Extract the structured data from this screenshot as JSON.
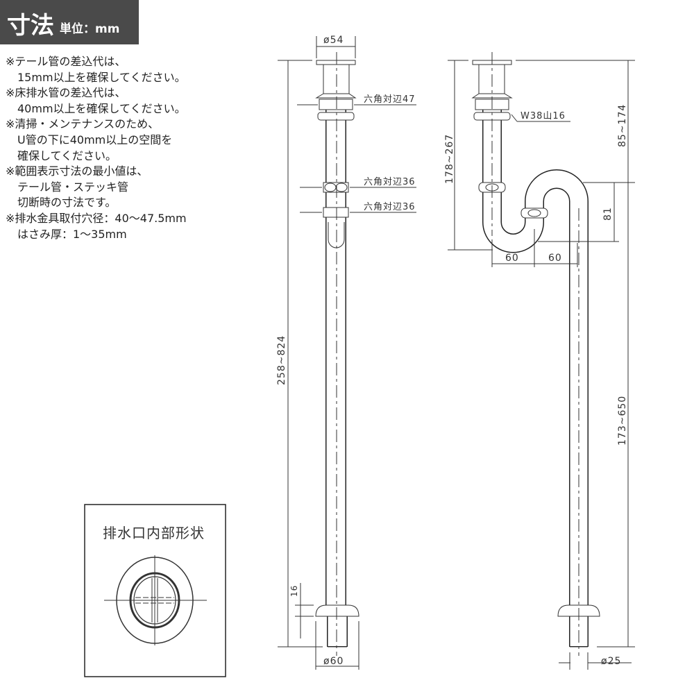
{
  "header": {
    "title": "寸法",
    "unit": "単位：mm"
  },
  "notes": [
    [
      "※テール管の差込代は、",
      "15mm以上を確保してください。"
    ],
    [
      "※床排水管の差込代は、",
      "40mm以上を確保してください。"
    ],
    [
      "※清掃・メンテナンスのため、",
      "U管の下に40mm以上の空間を",
      "確保してください。"
    ],
    [
      "※範囲表示寸法の最小値は、",
      "テール管・ステッキ管",
      "切断時の寸法です。"
    ],
    [
      "※排水金具取付穴径：40〜47.5mm",
      "はさみ厚：1〜35mm"
    ]
  ],
  "inset": {
    "title": "排水口内部形状"
  },
  "left_view": {
    "top_diameter": "ø54",
    "hex_top": "六角対辺47",
    "hex_mid1": "六角対辺36",
    "hex_mid2": "六角対辺36",
    "total_height": "258~824",
    "flange_height": "16",
    "bottom_diameter": "ø60"
  },
  "right_view": {
    "thread": "W38山16",
    "trap_depth": "178~267",
    "upper_height": "85~174",
    "seal_depth": "81",
    "offset1": "60",
    "offset2": "60",
    "lower_height": "173~650",
    "bottom_diameter": "ø25"
  }
}
